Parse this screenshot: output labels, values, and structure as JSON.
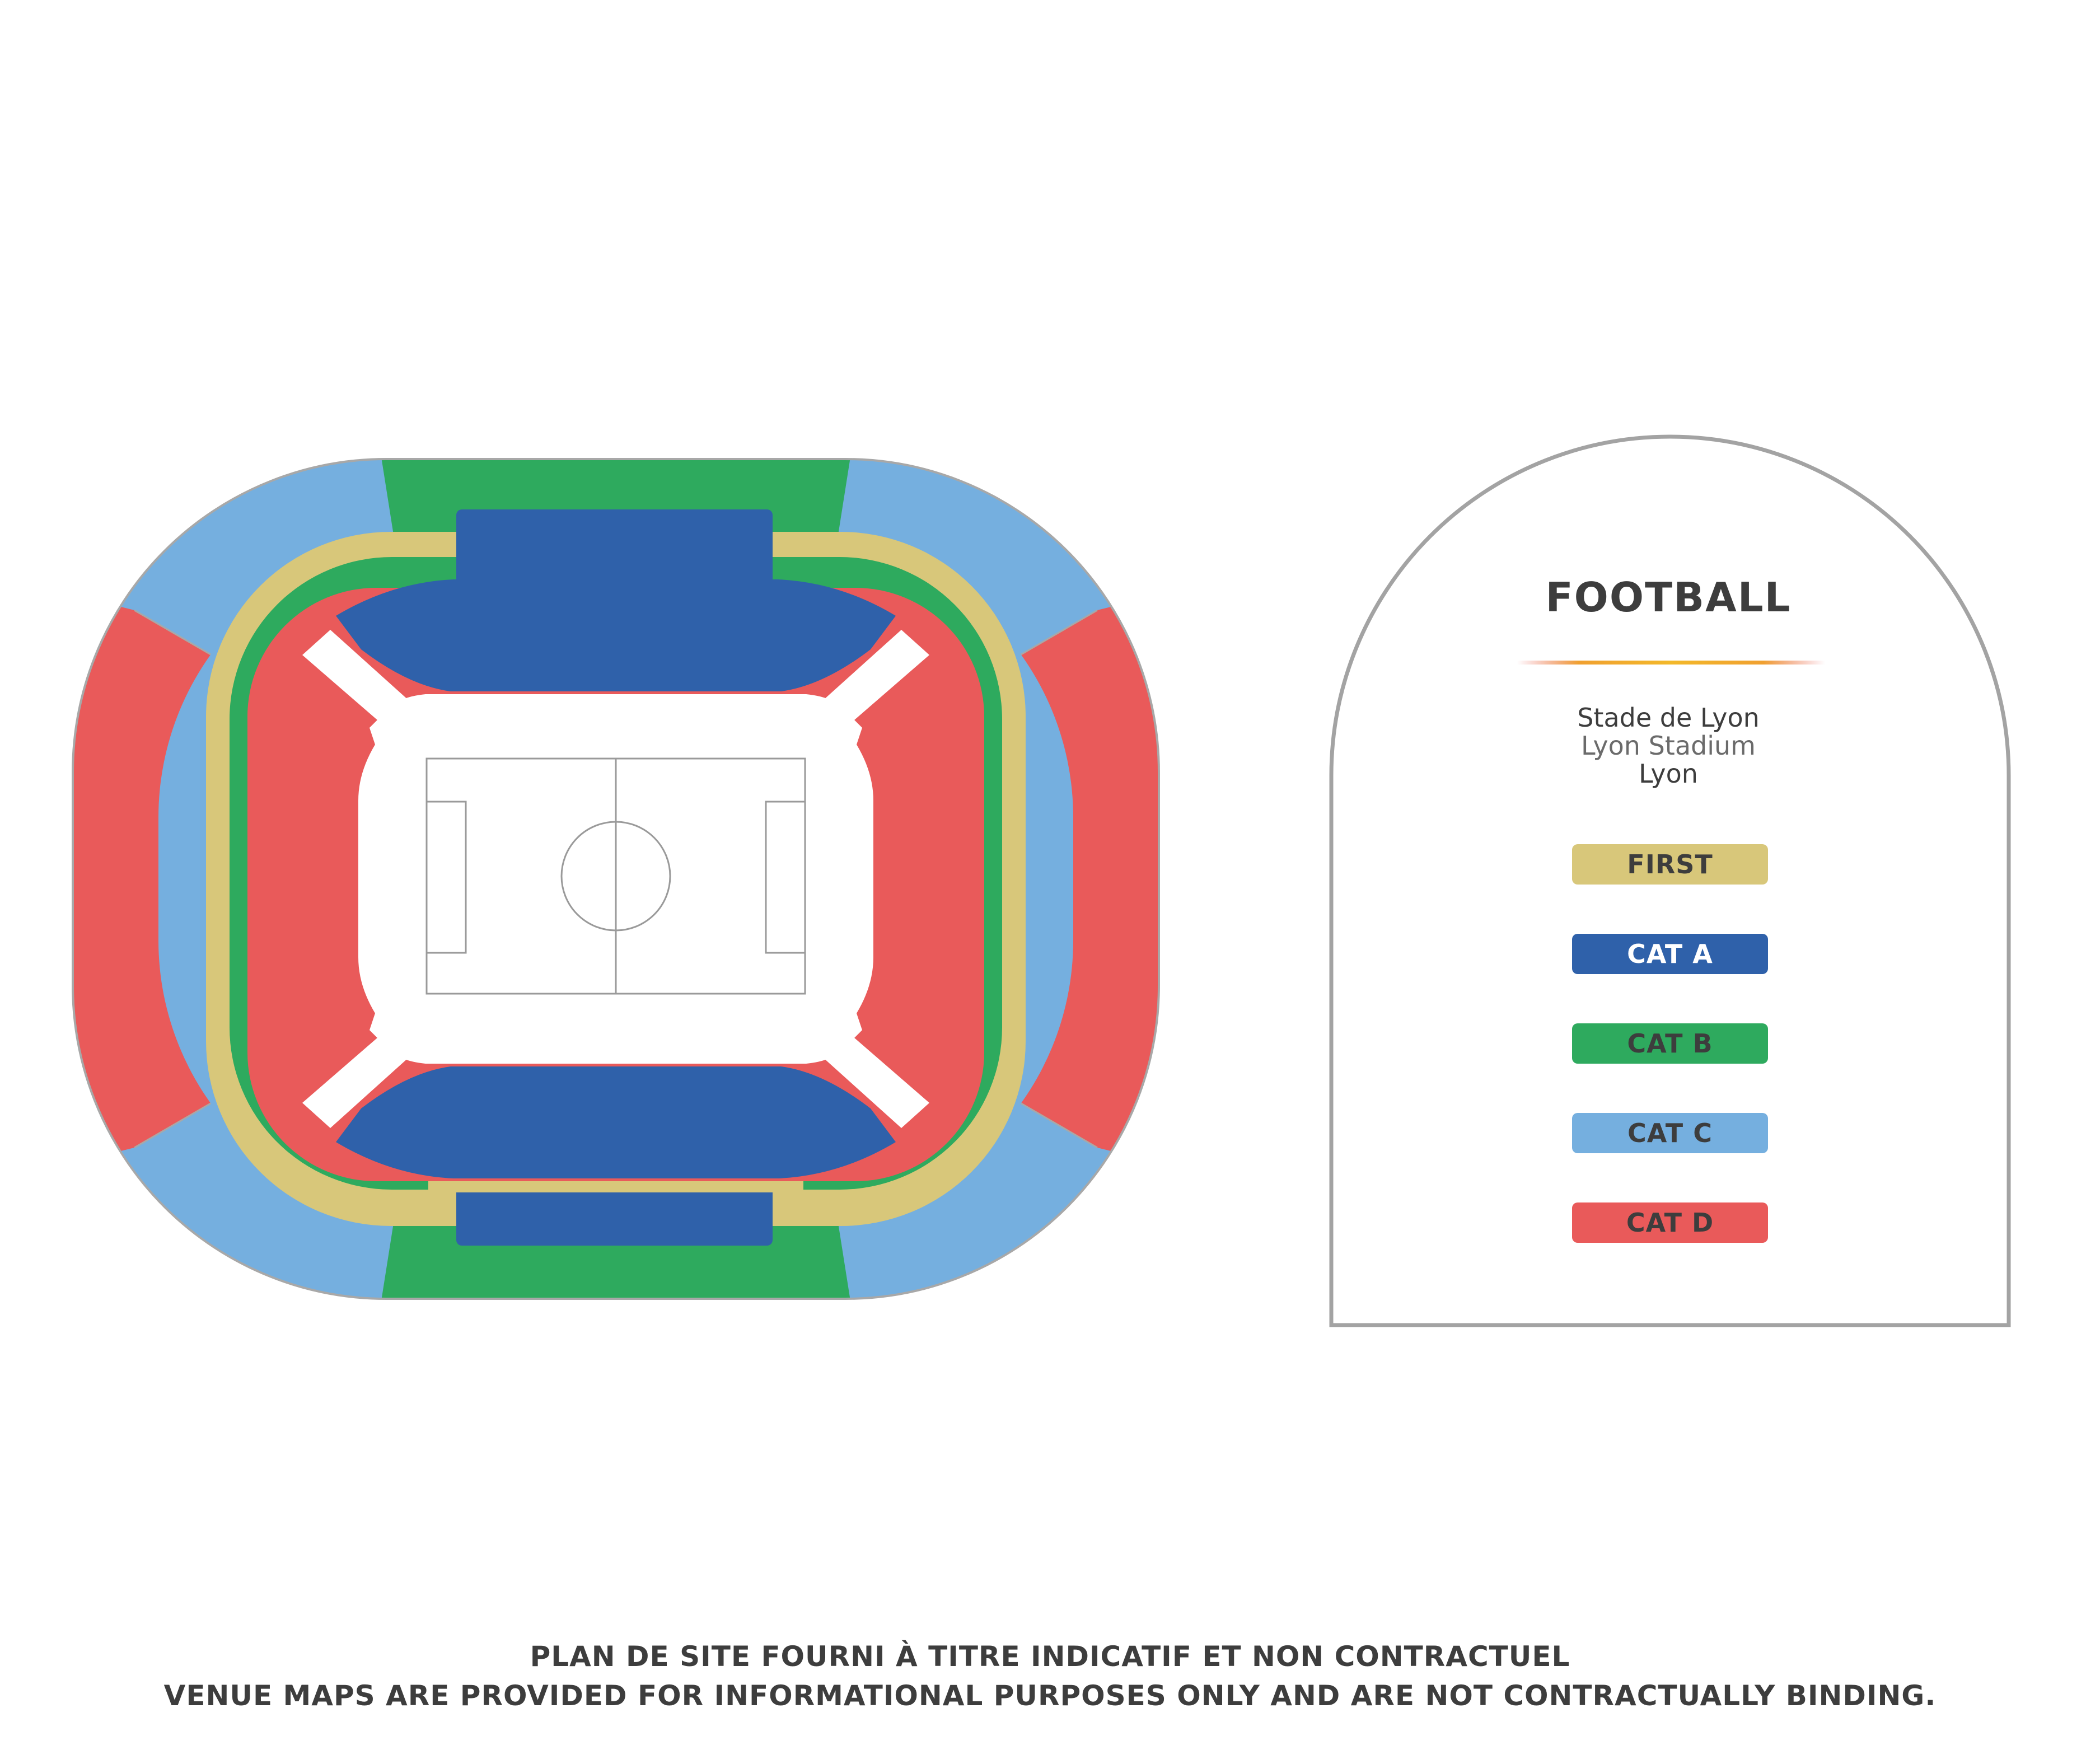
{
  "legend": {
    "title": "FOOTBALL",
    "venue_fr": "Stade de Lyon",
    "venue_en": "Lyon Stadium",
    "city": "Lyon",
    "categories": [
      {
        "label": "FIRST",
        "color": "#d8c77a",
        "text_color": "#3d3d3d"
      },
      {
        "label": "CAT A",
        "color": "#2f61aa",
        "text_color": "#ffffff"
      },
      {
        "label": "CAT B",
        "color": "#2eaa5e",
        "text_color": "#3d3d3d"
      },
      {
        "label": "CAT C",
        "color": "#75afdf",
        "text_color": "#3d3d3d"
      },
      {
        "label": "CAT D",
        "color": "#e95a5a",
        "text_color": "#3d3d3d"
      }
    ]
  },
  "footer": {
    "line_fr": "PLAN DE SITE FOURNI À TITRE INDICATIF ET NON CONTRACTUEL",
    "line_en": "VENUE MAPS ARE PROVIDED FOR INFORMATIONAL PURPOSES ONLY AND ARE NOT CONTRACTUALLY BINDING."
  },
  "colors": {
    "first": "#d8c77a",
    "cat_a": "#2f61aa",
    "cat_b": "#2eaa5e",
    "cat_c": "#75afdf",
    "cat_d": "#e95a5a",
    "pitch_line": "#9a9a9a",
    "card_border": "#a3a3a3"
  }
}
